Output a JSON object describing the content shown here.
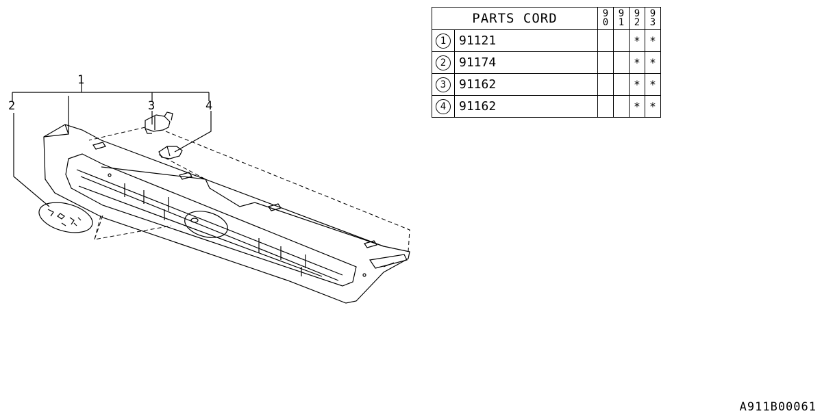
{
  "callouts": [
    "1",
    "2",
    "3",
    "4"
  ],
  "table": {
    "header": "PARTS CORD",
    "years": [
      [
        "9",
        "0"
      ],
      [
        "9",
        "1"
      ],
      [
        "9",
        "2"
      ],
      [
        "9",
        "3"
      ]
    ],
    "rows": [
      {
        "ref": "1",
        "code": "91121",
        "marks": [
          "",
          "",
          "*",
          "*"
        ]
      },
      {
        "ref": "2",
        "code": "91174",
        "marks": [
          "",
          "",
          "*",
          "*"
        ]
      },
      {
        "ref": "3",
        "code": "91162",
        "marks": [
          "",
          "",
          "*",
          "*"
        ]
      },
      {
        "ref": "4",
        "code": "91162",
        "marks": [
          "",
          "",
          "*",
          "*"
        ]
      }
    ]
  },
  "image_code": "A911B00061"
}
